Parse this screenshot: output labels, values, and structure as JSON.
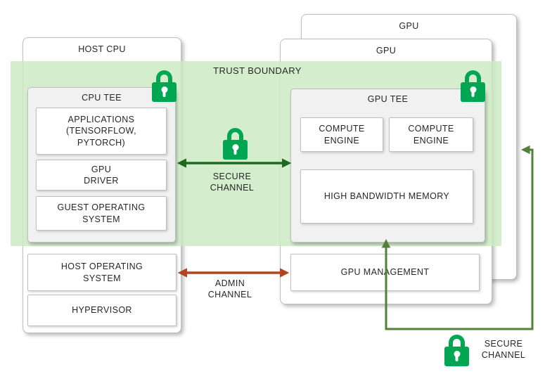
{
  "diagram": {
    "band_label": "TRUST BOUNDARY",
    "host_cpu": {
      "title": "HOST CPU",
      "tee": {
        "title": "CPU TEE",
        "applications": "APPLICATIONS\n(TENSORFLOW,\nPYTORCH)",
        "gpu_driver": "GPU\nDRIVER",
        "guest_os": "GUEST OPERATING\nSYSTEM"
      },
      "host_os": "HOST OPERATING\nSYSTEM",
      "hypervisor": "HYPERVISOR"
    },
    "gpu_back": {
      "title": "GPU"
    },
    "gpu_front": {
      "title": "GPU",
      "tee": {
        "title": "GPU TEE",
        "compute_engine_1": "COMPUTE\nENGINE",
        "compute_engine_2": "COMPUTE\nENGINE",
        "memory": "HIGH BANDWIDTH MEMORY"
      },
      "management": "GPU MANAGEMENT"
    },
    "channels": {
      "secure_cpu_gpu": "SECURE\nCHANNEL",
      "admin": "ADMIN\nCHANNEL",
      "secure_gpu_gpu": "SECURE\nCHANNEL"
    },
    "icons": {
      "cpu_tee_lock": "lock-icon",
      "gpu_tee_lock": "lock-icon",
      "secure_channel_lock": "lock-icon",
      "gpu_link_lock": "lock-icon"
    },
    "colors": {
      "lock_green": "#00a651",
      "band_green": "rgba(203,234,194,0.82)",
      "secure_arrow_green": "#1e6a1e",
      "gpu_link_green": "#53813a",
      "admin_arrow_rust": "#b2451e",
      "box_border_gray": "#bfbfbf",
      "text_dark": "#262626"
    }
  }
}
